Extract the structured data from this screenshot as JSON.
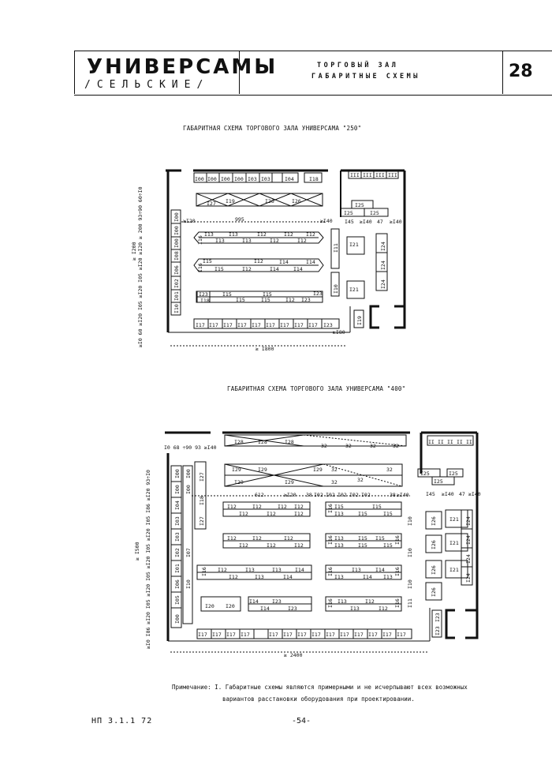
{
  "header": {
    "series_title": "УНИВЕРСАМЫ",
    "series_subtitle": "/СЕЛЬСКИЕ/",
    "section_line1": "ТОРГОВЫЙ ЗАЛ",
    "section_line2": "ГАБАРИТНЫЕ СХЕМЫ",
    "page_number": "28"
  },
  "plan1": {
    "caption": "ГАБАРИТНАЯ СХЕМА ТОРГОВОГО ЗАЛА УНИВЕРСАМА \"250\"",
    "width_dim": "≥ I800",
    "depth_dim": "≥ I200",
    "left_dims": [
      "≥I0",
      "60",
      "≥I20 I05",
      "≥I20 I05",
      "≥I20 ≥I20",
      "≥ 200",
      "93÷90",
      "60÷I0"
    ],
    "labels": [
      "I00",
      "I00",
      "I00",
      "I00",
      "I03",
      "I03",
      "I04",
      "I18",
      "I27",
      "I19",
      "I26",
      "I26",
      "I25",
      "I25",
      "I20",
      "995",
      "≥I40",
      "I45",
      "≥I40",
      "47",
      "≥I40",
      "I16",
      "I13",
      "I13",
      "I12",
      "I12",
      "I13",
      "I13",
      "I12",
      "I12",
      "I15",
      "I12",
      "I14",
      "I15",
      "I12",
      "I14",
      "I14",
      "I16",
      "I23",
      "I15",
      "I15",
      "I15",
      "I15",
      "I12",
      "I23",
      "I18",
      "I23",
      "I17",
      "I17",
      "I17",
      "I17",
      "I17",
      "I17",
      "I17",
      "I17",
      "I17",
      "I23",
      "I21",
      "I21",
      "I24",
      "I24",
      "I24",
      "I19",
      "I11",
      "I11",
      "I11",
      "I11",
      "I10",
      "I00",
      "I00",
      "I08",
      "I06",
      "I02",
      "I01",
      "I10",
      "I10"
    ]
  },
  "plan2": {
    "caption": "ГАБАРИТНАЯ СХЕМА ТОРГОВОГО ЗАЛА УНИВЕРСАМА \"400\"",
    "width_dim": "≥ 2400",
    "depth_dim": "≥ I500",
    "top_dims": "I0  68 ÷90  93 ≥I40",
    "left_dims": [
      "≥I0",
      "I86",
      "≥I20 I05",
      "≥I20 I05",
      "≥I20 I05",
      "≥I20 I05",
      "I86",
      "≥I20 93÷I0"
    ],
    "labels": [
      "I28",
      "I28",
      "I28",
      "32",
      "32",
      "32",
      "32",
      "I29",
      "I29",
      "I29",
      "32",
      "32",
      "32",
      "32",
      "I27",
      "I27",
      "I18",
      "612",
      "≥I20",
      "38",
      "I02",
      "I02",
      "I02",
      "I02",
      "38",
      "≥I40",
      "I45",
      "≥I40",
      "47",
      "≥I40",
      "I25",
      "I25",
      "I25",
      "I12",
      "I12",
      "I12",
      "I12",
      "I12",
      "I12",
      "I12",
      "I12",
      "I12",
      "I12",
      "I12",
      "I12",
      "I12",
      "I12",
      "I12",
      "I12",
      "I16",
      "I12",
      "I13",
      "I13",
      "I14",
      "I16",
      "I12",
      "I12",
      "I13",
      "I14",
      "I14",
      "I20",
      "I20",
      "I14",
      "I14",
      "I23",
      "I23",
      "I16",
      "I13",
      "I13",
      "I15",
      "I15",
      "I15",
      "I15",
      "I16",
      "I16",
      "I13",
      "I13",
      "I15",
      "I15",
      "I15",
      "I15",
      "I16",
      "I16",
      "I13",
      "I13",
      "I14",
      "I14",
      "I12",
      "I12",
      "I16",
      "I16",
      "I13",
      "I13",
      "I12",
      "I12",
      "I12",
      "I17",
      "I17",
      "I17",
      "I17",
      "I17",
      "I17",
      "I17",
      "I17",
      "I17",
      "I17",
      "I17",
      "I17",
      "I17",
      "I17",
      "I17",
      "I17",
      "I21",
      "I21",
      "I21",
      "I21",
      "I24",
      "I24",
      "I24",
      "I24",
      "I23",
      "I23",
      "I26",
      "I26",
      "I26",
      "I26",
      "I11",
      "I11",
      "I11",
      "I11",
      "I11",
      "I10",
      "I10",
      "I10",
      "I00",
      "I00",
      "I00",
      "I00",
      "I04",
      "I03",
      "I03",
      "I02",
      "I01",
      "I06",
      "I05",
      "I07",
      "I10",
      "I00",
      "I00"
    ]
  },
  "note": {
    "line1": "Примечание: I. Габаритные схемы являются примерными и не исчерпывают всех возможных",
    "line2": "вариантов расстановки оборудования при проектировании."
  },
  "footer": {
    "code": "НП 3.1.1 72",
    "page": "-54-"
  }
}
